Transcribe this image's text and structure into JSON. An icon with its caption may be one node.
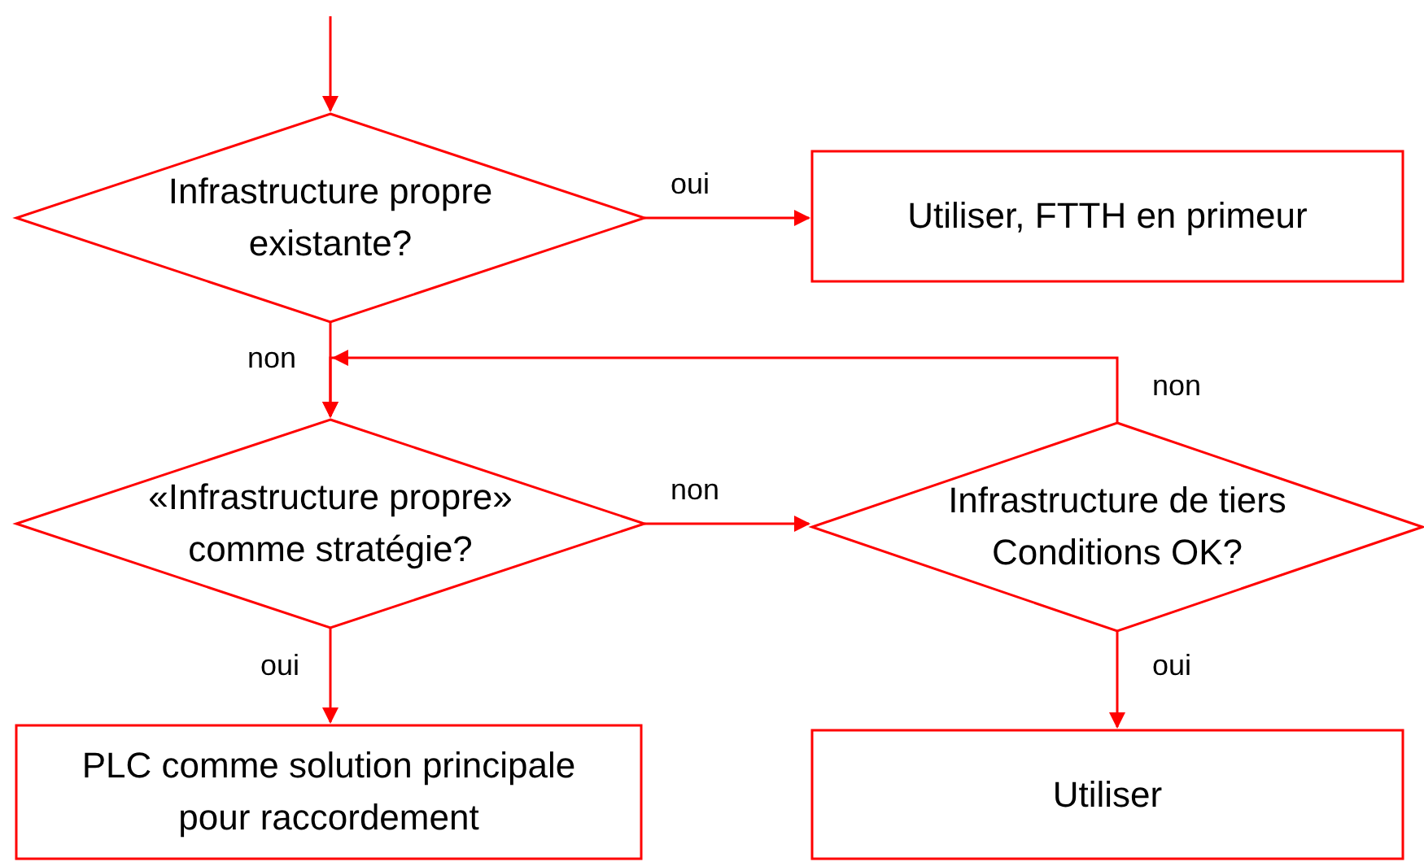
{
  "diagram": {
    "nodes": [
      {
        "text": [
          "Infrastructure propre existante?"
        ]
      },
      {
        "text": [
          "Utiliser, FTTH en primeur"
        ]
      },
      {
        "text": [
          "«Infrastructure propre» comme stratégie?"
        ]
      },
      {
        "text": [
          "Infrastructure de tiers Conditions OK?"
        ]
      },
      {
        "text": [
          "PLC comme solution principale pour raccordement"
        ]
      },
      {
        "text": [
          "Utiliser"
        ]
      }
    ],
    "edges": [
      {
        "from": null,
        "to": 0,
        "arrow": "to"
      },
      {
        "from": 0,
        "to": 1,
        "arrow": "to",
        "label": "oui"
      },
      {
        "from": 0,
        "to": 2,
        "arrow": "to",
        "label": "non"
      },
      {
        "from": 2,
        "to": 3,
        "arrow": "to",
        "label": "non"
      },
      {
        "from": 3,
        "to": 2,
        "arrow": "to",
        "label": "non"
      },
      {
        "from": 2,
        "to": 4,
        "arrow": "to",
        "label": "oui"
      },
      {
        "from": 3,
        "to": 5,
        "arrow": "to",
        "label": "oui"
      }
    ]
  }
}
